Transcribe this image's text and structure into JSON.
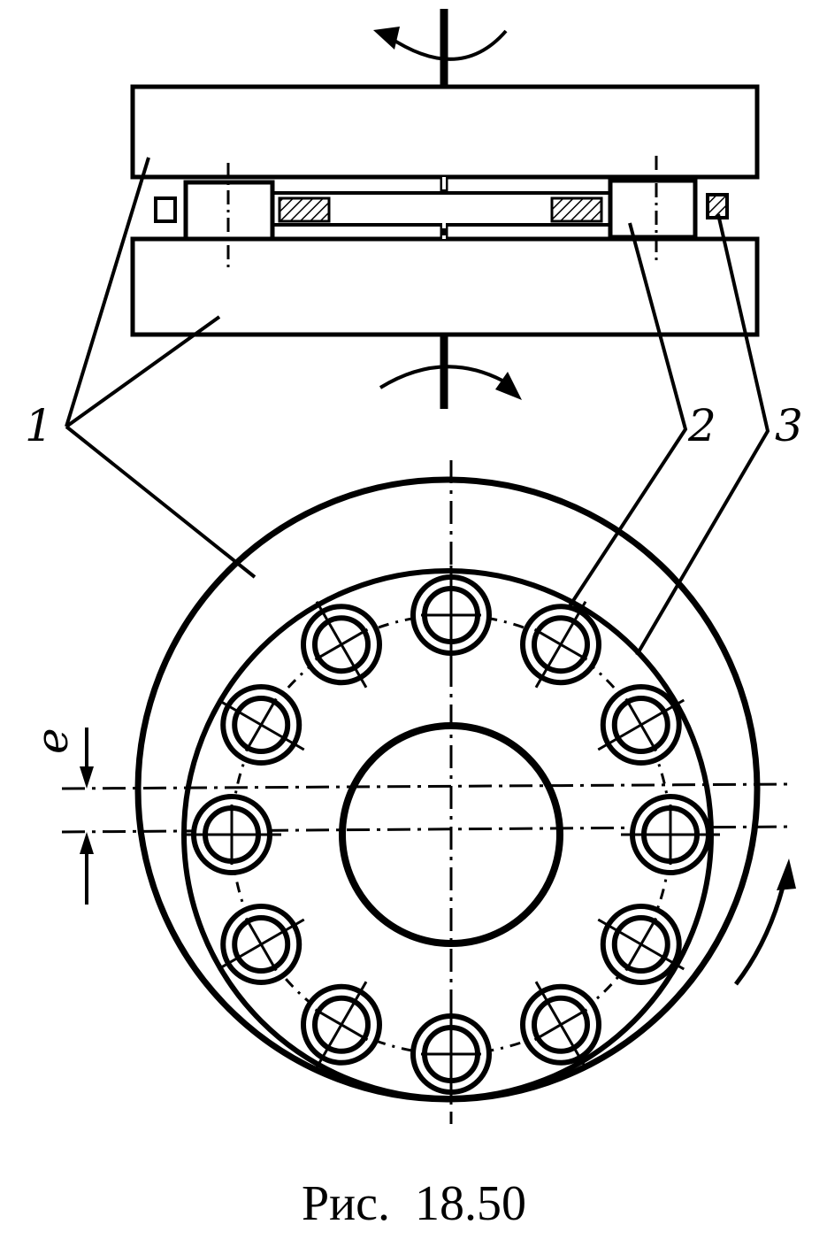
{
  "labels": {
    "part_1": "1",
    "part_2": "2",
    "part_3": "3",
    "eccentricity": "e"
  },
  "caption": "Рис.  18.50",
  "colors": {
    "ink": "#000000",
    "paper": "#ffffff"
  },
  "roller_count": 12
}
